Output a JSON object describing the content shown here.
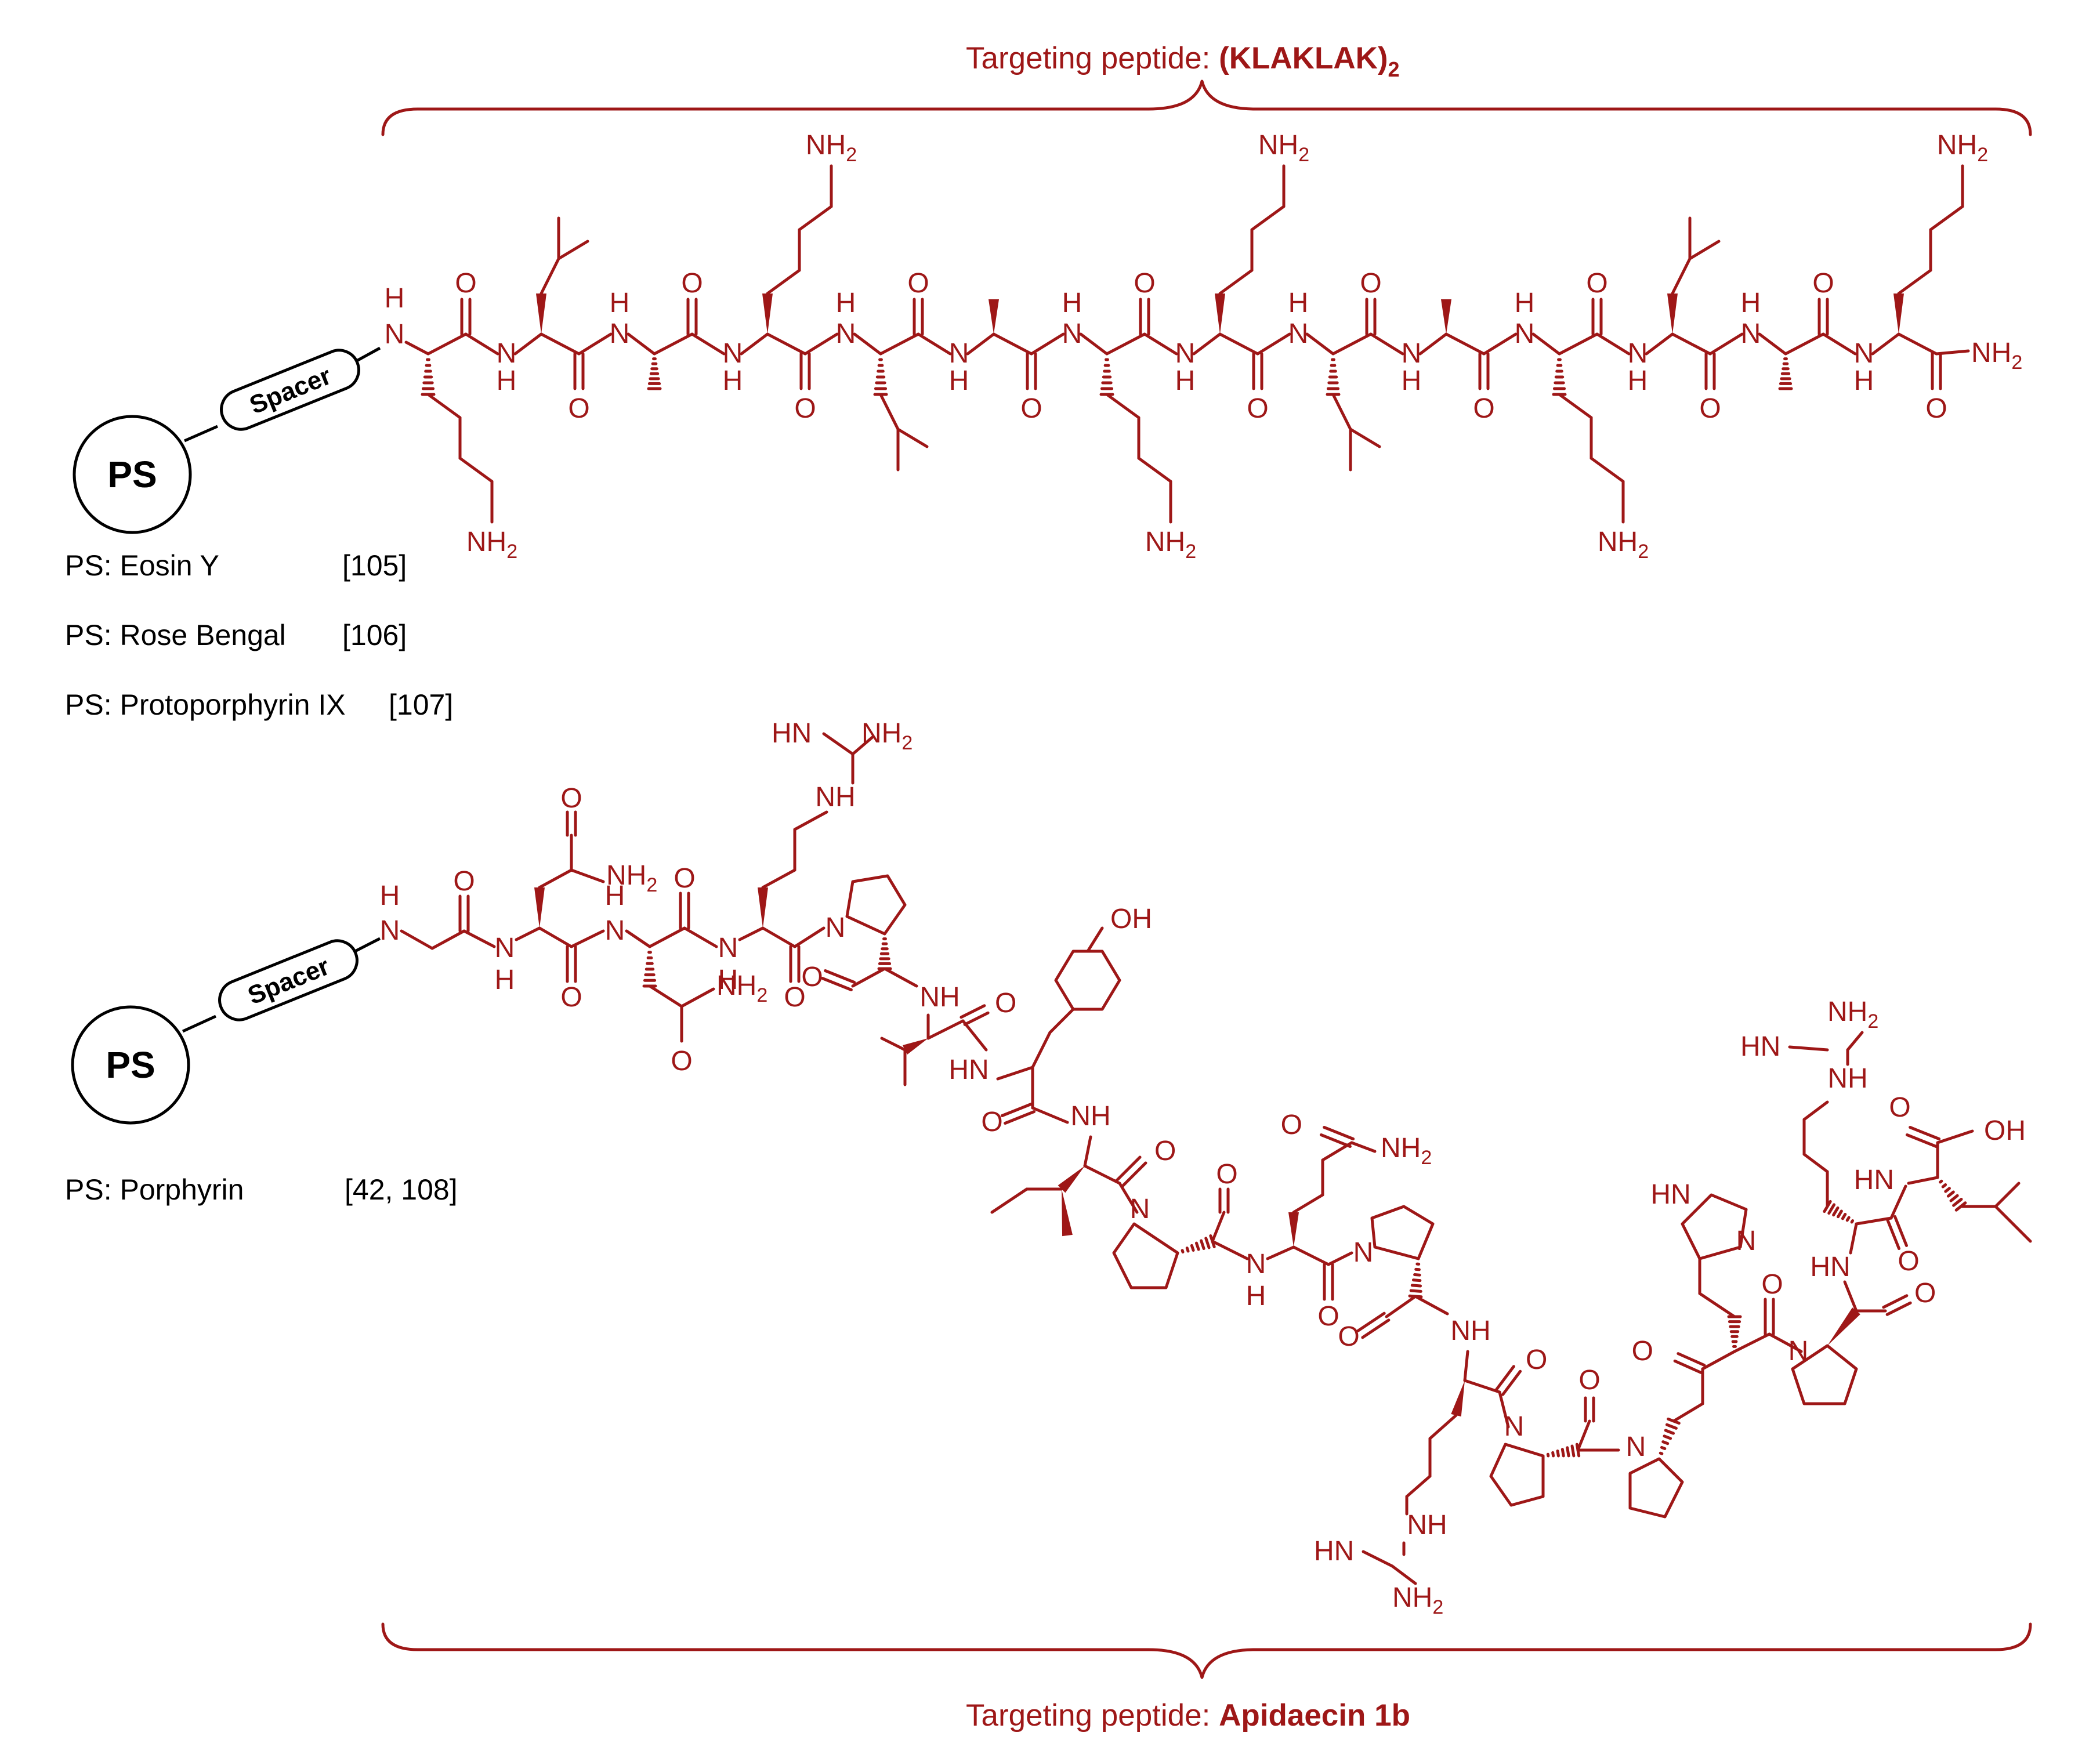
{
  "top": {
    "title_prefix": "Targeting peptide: ",
    "title_bold": "(KLAKLAK)",
    "title_sub": "2",
    "ps_label": "PS",
    "spacer_label": "Spacer",
    "references": [
      {
        "name": "PS: Eosin Y",
        "ref": "[105]"
      },
      {
        "name": "PS: Rose Bengal",
        "ref": "[106]"
      },
      {
        "name": "PS: Protoporphyrin IX",
        "ref": "[107]"
      }
    ]
  },
  "bottom": {
    "title_prefix": "Targeting peptide: ",
    "title_bold": "Apidaecin 1b",
    "ps_label": "PS",
    "spacer_label": "Spacer",
    "references": [
      {
        "name": "PS: Porphyrin",
        "ref": "[42, 108]"
      }
    ]
  },
  "atoms": {
    "N": "N",
    "H": "H",
    "O": "O",
    "NH": "NH",
    "HN": "HN",
    "NH2": "NH",
    "sub2": "2",
    "OH": "OH"
  },
  "colors": {
    "peptide": "#9e1717",
    "ps": "#000000"
  }
}
